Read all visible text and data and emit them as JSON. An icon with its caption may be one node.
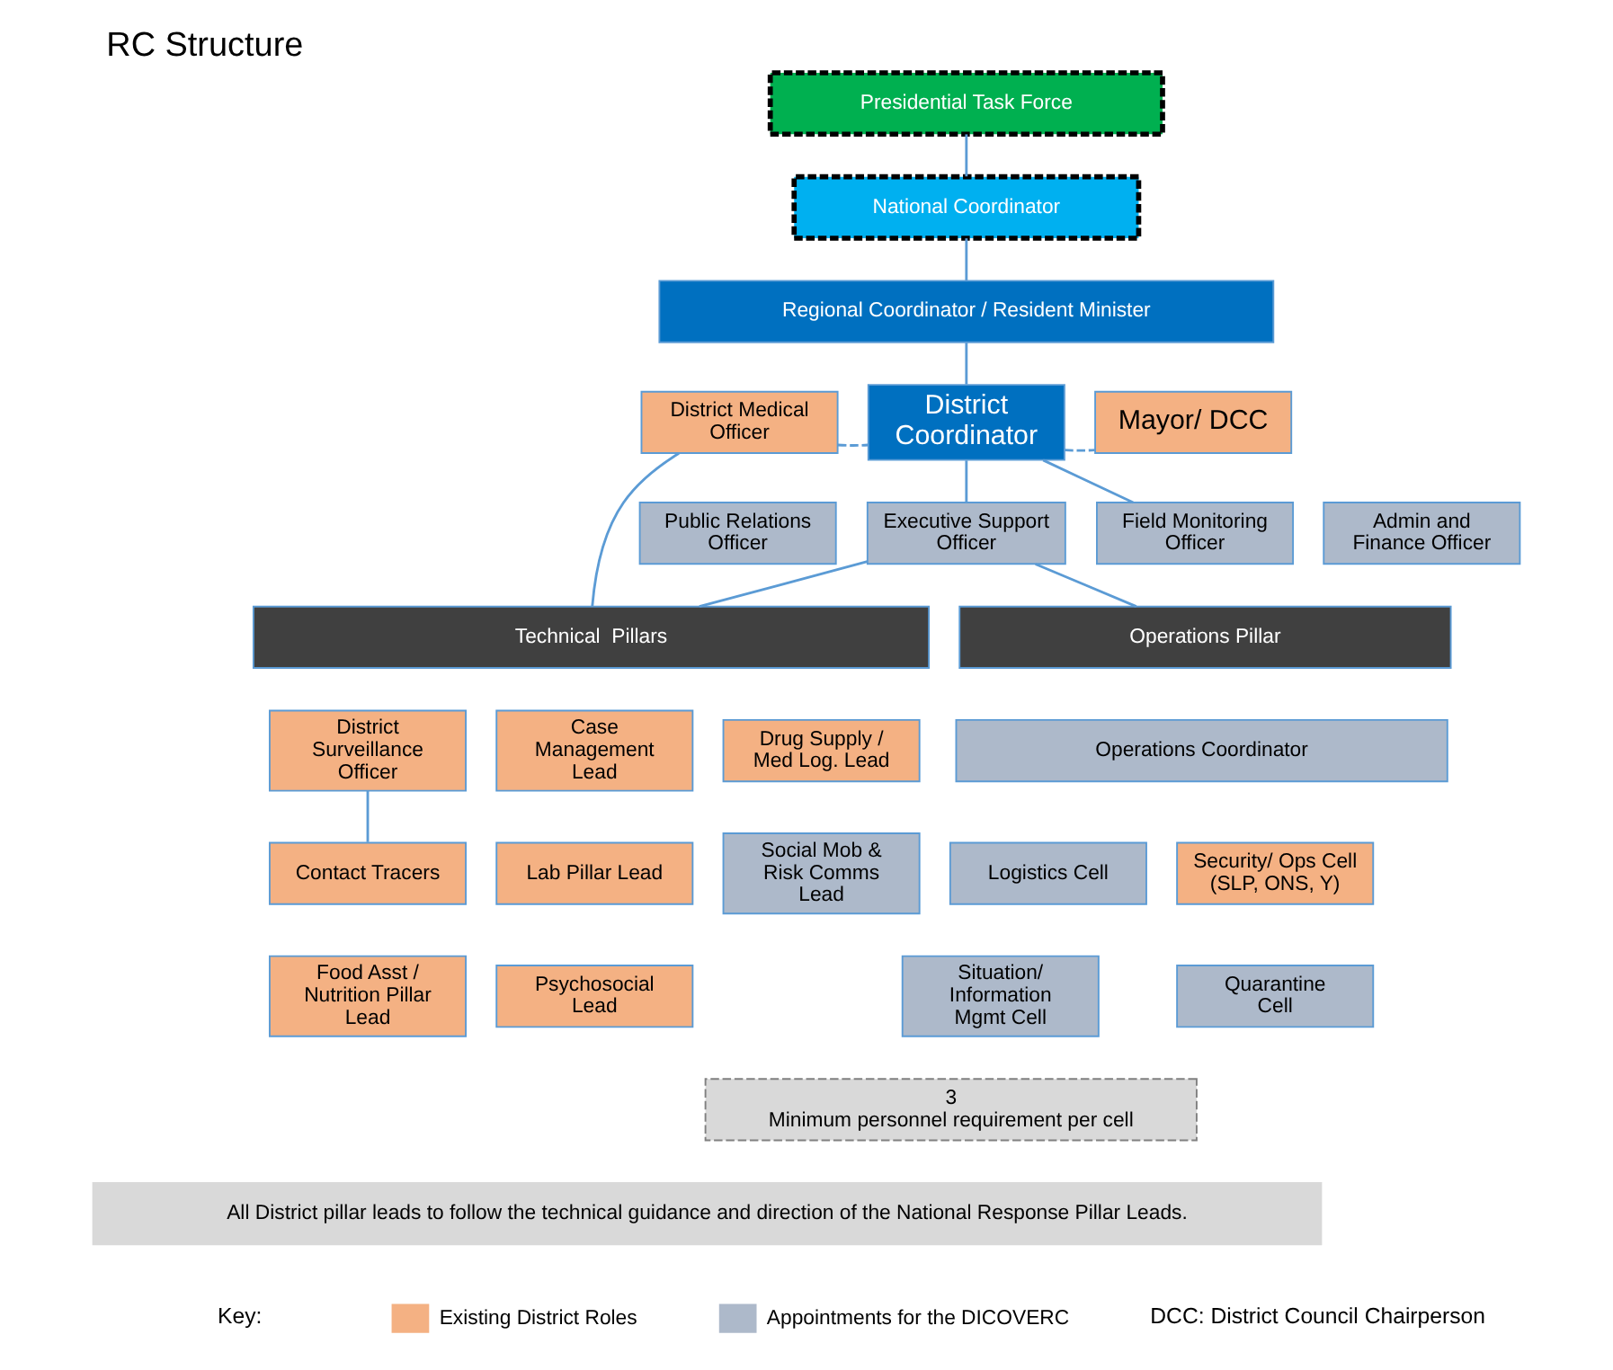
{
  "diagram": {
    "title": "RC Structure",
    "nodes": [
      {
        "text": [
          "Presidential Task Force"
        ]
      },
      {
        "text": [
          "National Coordinator"
        ]
      },
      {
        "text": [
          "Regional Coordinator / Resident Minister"
        ]
      },
      {
        "text": [
          "District Medical Officer"
        ]
      },
      {
        "text": [
          "District Coordinator"
        ]
      },
      {
        "text": [
          "Mayor/ DCC"
        ]
      },
      {
        "text": [
          "Public Relations Officer"
        ]
      },
      {
        "text": [
          "Executive Support Officer"
        ]
      },
      {
        "text": [
          "Field Monitoring Officer"
        ]
      },
      {
        "text": [
          "Admin and Finance Officer"
        ]
      },
      {
        "text": [
          "Technical  Pillars"
        ]
      },
      {
        "text": [
          "District Surveillance Officer"
        ]
      },
      {
        "text": [
          "Case Management Lead"
        ]
      },
      {
        "text": [
          "Drug Supply / Med Log. Lead"
        ]
      },
      {
        "text": [
          "Contact Tracers"
        ]
      },
      {
        "text": [
          "Lab Pillar Lead"
        ]
      },
      {
        "text": [
          "Social Mob & Risk Comms Lead"
        ]
      },
      {
        "text": [
          "Food Asst / Nutrition Pillar Lead"
        ]
      },
      {
        "text": [
          "Psychosocial Lead"
        ]
      },
      {
        "text": [
          "Operations Pillar"
        ]
      },
      {
        "text": [
          "Operations Coordinator"
        ]
      },
      {
        "text": [
          "Logistics Cell"
        ]
      },
      {
        "text": [
          "Security/ Ops Cell",
          "(SLP, ONS, Y)"
        ]
      },
      {
        "text": [
          "Situation/ Information Mgmt Cell"
        ]
      },
      {
        "text": [
          "Quarantine Cell"
        ]
      },
      {
        "text": [
          "3",
          "Minimum personnel requirement per cell"
        ]
      },
      {
        "text": [
          "All District pillar leads to follow the technical guidance and direction of the National Response Pillar Leads."
        ]
      }
    ],
    "edges": [
      {
        "from": 0,
        "to": 1,
        "arrow": "none"
      },
      {
        "from": 1,
        "to": 2,
        "arrow": "none"
      },
      {
        "from": 2,
        "to": 4,
        "arrow": "none"
      },
      {
        "from": 3,
        "to": 4,
        "arrow": "none",
        "style": "dashed"
      },
      {
        "from": 4,
        "to": 5,
        "arrow": "none",
        "style": "dashed"
      },
      {
        "from": 4,
        "to": 8,
        "arrow": "none"
      },
      {
        "from": 4,
        "to": 7,
        "arrow": "none"
      },
      {
        "from": 7,
        "to": 10,
        "arrow": "none"
      },
      {
        "from": 7,
        "to": 19,
        "arrow": "none"
      },
      {
        "from": 3,
        "to": 10,
        "arrow": "none"
      },
      {
        "from": 11,
        "to": 14,
        "arrow": "none"
      }
    ],
    "labels": [
      "Key:",
      "DCC: District Council Chairperson"
    ],
    "legend": [
      {
        "text": "Existing District Roles",
        "color": "#f4b183"
      },
      {
        "text": "Appointments for the DICOVERC",
        "color": "#adb9ca"
      }
    ]
  }
}
